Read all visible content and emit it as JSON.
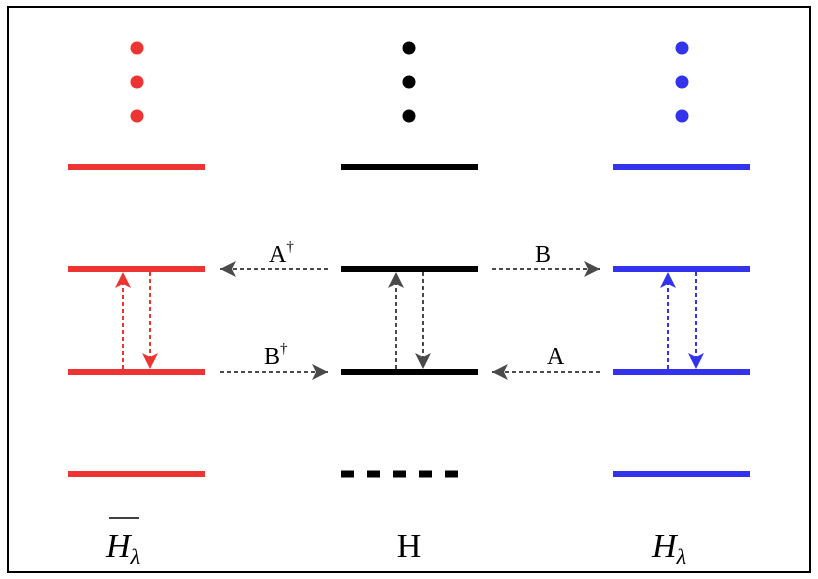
{
  "colors": {
    "red": "#ee3333",
    "black": "#000000",
    "blue": "#3333ee",
    "arrow_gray": "#4a4a4a"
  },
  "labels": {
    "a_dagger": {
      "base": "A",
      "sup": "†"
    },
    "b": {
      "base": "B"
    },
    "b_dagger": {
      "base": "B",
      "sup": "†"
    },
    "a": {
      "base": "A"
    }
  },
  "columns": {
    "left": {
      "symbol": "H",
      "sub": "λ",
      "overline": true
    },
    "middle": {
      "symbol": "H"
    },
    "right": {
      "symbol": "H",
      "sub": "λ"
    }
  }
}
